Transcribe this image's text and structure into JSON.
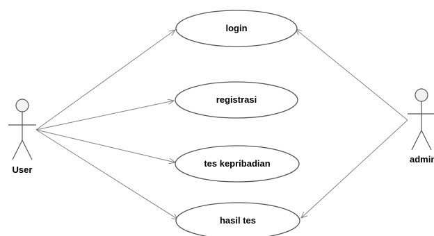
{
  "diagram": {
    "type": "use-case",
    "actors": [
      {
        "id": "user",
        "label": "User"
      },
      {
        "id": "admin",
        "label": "admin"
      }
    ],
    "use_cases": [
      {
        "id": "login",
        "label": "login"
      },
      {
        "id": "registrasi",
        "label": "registrasi"
      },
      {
        "id": "tes-kepribadian",
        "label": "tes kepribadian"
      },
      {
        "id": "hasil-tes",
        "label": "hasil tes"
      }
    ],
    "associations": [
      {
        "from": "user",
        "to": "login"
      },
      {
        "from": "user",
        "to": "registrasi"
      },
      {
        "from": "user",
        "to": "tes-kepribadian"
      },
      {
        "from": "user",
        "to": "hasil-tes"
      },
      {
        "from": "admin",
        "to": "login"
      },
      {
        "from": "admin",
        "to": "hasil-tes"
      }
    ],
    "colors": {
      "stroke": "#555555",
      "line": "#808080",
      "actor_head_fill": "#f2f2f2",
      "text": "#000000"
    }
  }
}
